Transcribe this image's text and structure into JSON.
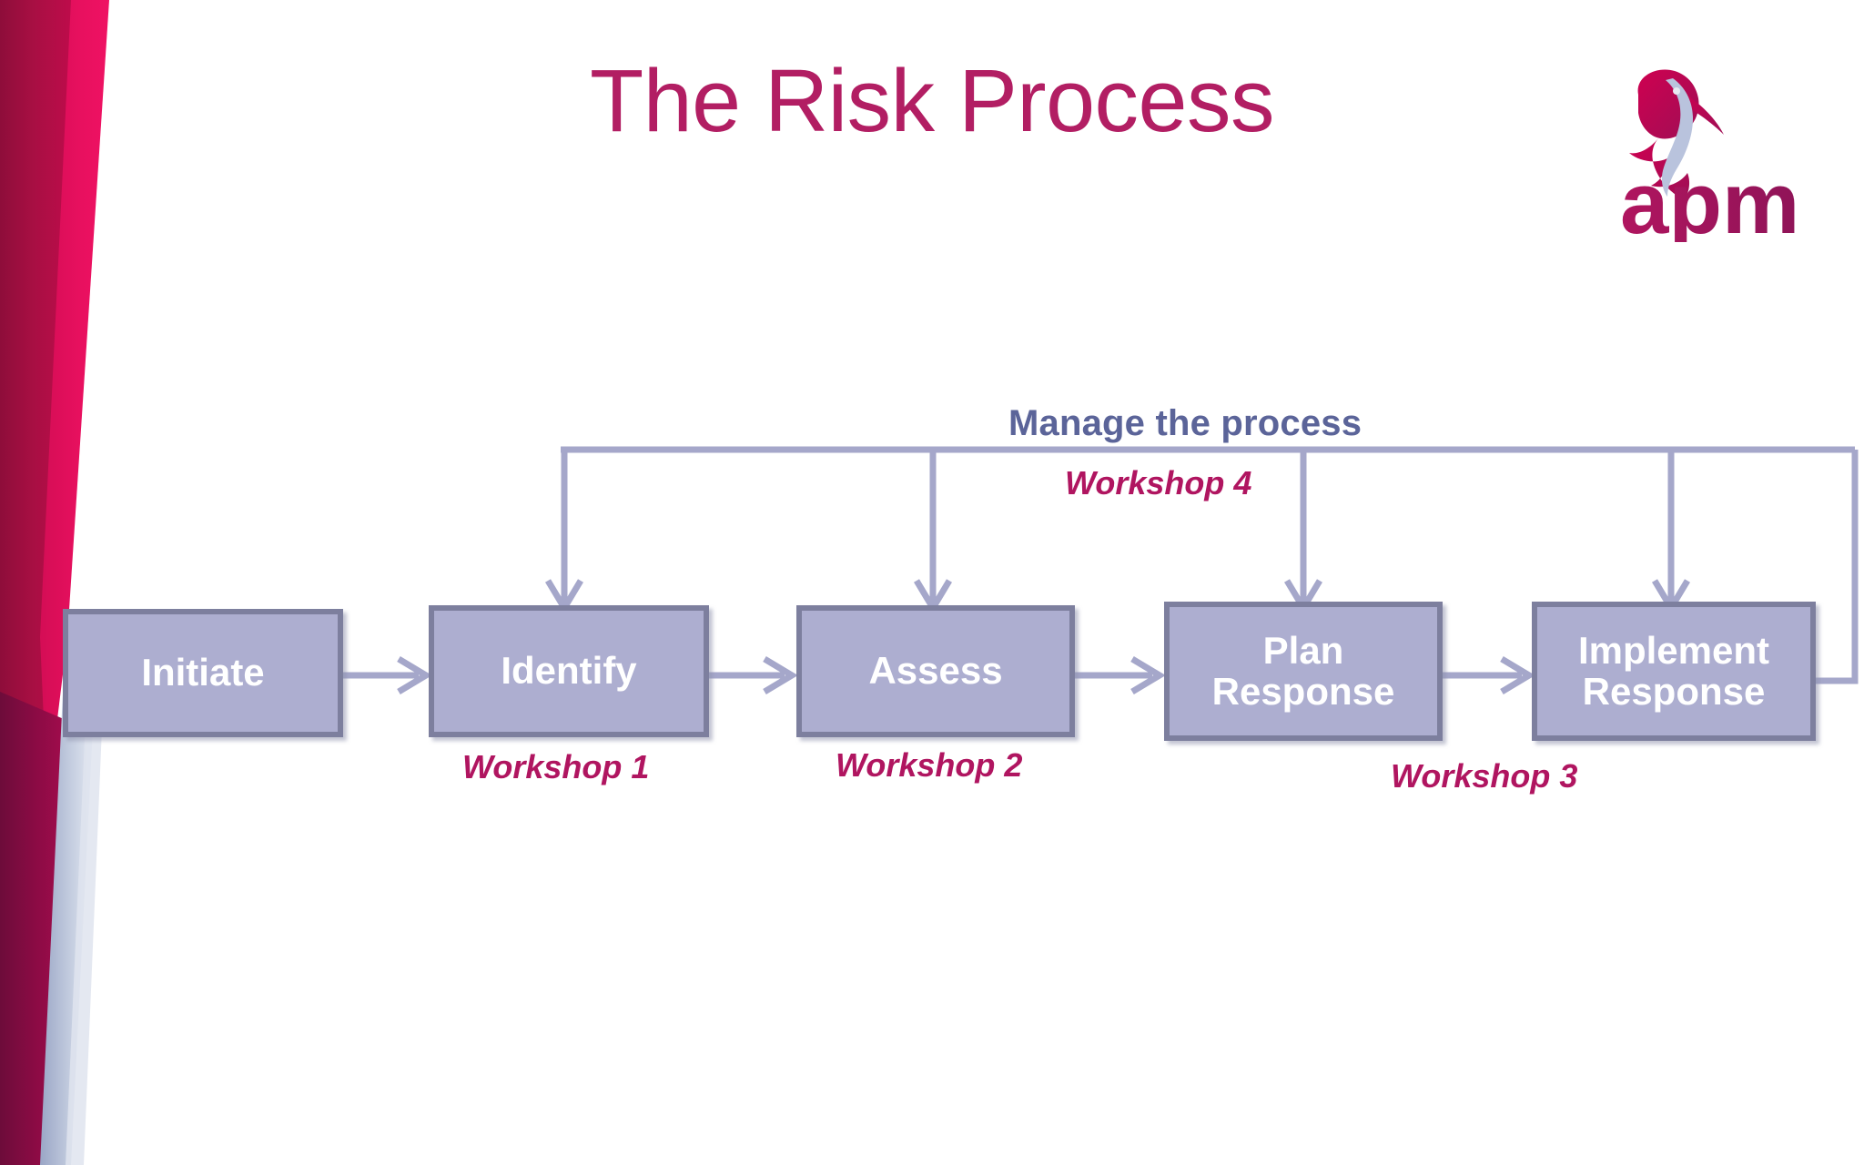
{
  "slide": {
    "title": "The Risk Process",
    "background_color": "#ffffff",
    "title_color": "#b21e63"
  },
  "logo": {
    "name": "apm-logo",
    "wordmark": "apm",
    "bird_color": "#c2004f",
    "bird_accent_color": "#b9c3dd",
    "wordmark_color": "#b01560"
  },
  "diagram": {
    "type": "process-flow",
    "manage_label": "Manage the process",
    "manage_label_color": "#5b6499",
    "box_fill": "#adaed0",
    "box_border": "#7d7f9e",
    "box_text_color": "#ffffff",
    "connector_color": "#a5a7ca",
    "steps": [
      {
        "id": "initiate",
        "label": "Initiate"
      },
      {
        "id": "identify",
        "label": "Identify"
      },
      {
        "id": "assess",
        "label": "Assess"
      },
      {
        "id": "plan-response",
        "label": "Plan\nResponse"
      },
      {
        "id": "implement-response",
        "label": "Implement\nResponse"
      }
    ],
    "workshops": [
      {
        "id": "workshop-1",
        "label": "Workshop 1",
        "attached_to": "identify"
      },
      {
        "id": "workshop-2",
        "label": "Workshop 2",
        "attached_to": "assess"
      },
      {
        "id": "workshop-3",
        "label": "Workshop 3",
        "attached_to": "implement-response"
      },
      {
        "id": "workshop-4",
        "label": "Workshop 4",
        "attached_to": "manage-the-process"
      }
    ],
    "workshop_label_color": "#b01560",
    "feedback_loop": {
      "from": "implement-response",
      "targets": [
        "identify",
        "assess",
        "plan-response",
        "implement-response"
      ],
      "label": "Manage the process"
    }
  }
}
